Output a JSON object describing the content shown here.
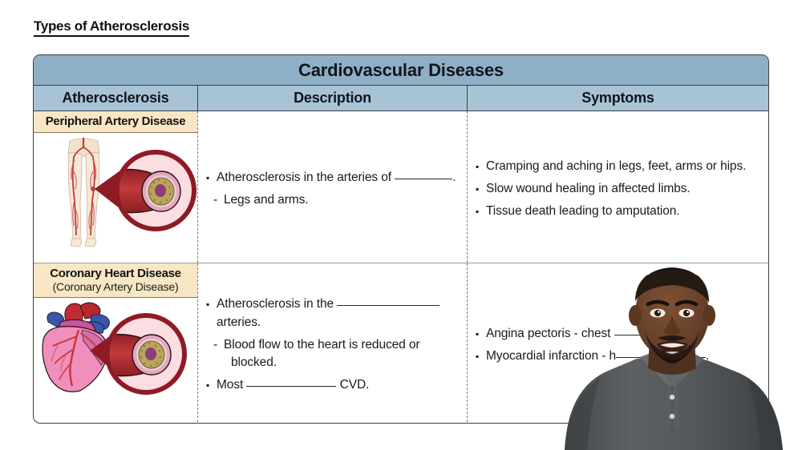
{
  "slide": {
    "title": "Types of Atherosclerosis"
  },
  "table": {
    "banner": "Cardiovascular Diseases",
    "columns": [
      {
        "label": "Atherosclerosis"
      },
      {
        "label": "Description"
      },
      {
        "label": "Symptoms"
      }
    ],
    "rows": [
      {
        "disease": {
          "name": "Peripheral Artery Disease",
          "alt": "",
          "figure": "legs-artery-diagram"
        },
        "description": [
          {
            "mark": "bullet",
            "indent": 0,
            "parts": [
              "Atherosclerosis in the arteries of ",
              "__blank_short__",
              "."
            ]
          },
          {
            "mark": "dash",
            "indent": 1,
            "parts": [
              "Legs and arms."
            ]
          }
        ],
        "symptoms": [
          {
            "mark": "bullet",
            "indent": 0,
            "parts": [
              "Cramping and aching in legs, feet, arms or hips."
            ]
          },
          {
            "mark": "bullet",
            "indent": 0,
            "parts": [
              "Slow wound healing in affected limbs."
            ]
          },
          {
            "mark": "bullet",
            "indent": 0,
            "parts": [
              "Tissue death leading to amputation."
            ]
          }
        ]
      },
      {
        "disease": {
          "name": "Coronary Heart Disease",
          "alt": "(Coronary Artery Disease)",
          "figure": "heart-artery-diagram"
        },
        "description": [
          {
            "mark": "bullet",
            "indent": 0,
            "parts": [
              "Atherosclerosis in the ",
              "__blank_long__"
            ]
          },
          {
            "mark": "none",
            "indent": 1,
            "parts": [
              "arteries."
            ]
          },
          {
            "mark": "dash",
            "indent": 1,
            "parts": [
              "Blood flow to the heart is reduced or"
            ]
          },
          {
            "mark": "none",
            "indent": 2,
            "parts": [
              "blocked."
            ]
          },
          {
            "mark": "bullet",
            "indent": 0,
            "parts": [
              "Most ",
              "__blank_med__",
              " CVD."
            ]
          }
        ],
        "symptoms": [
          {
            "mark": "bullet",
            "indent": 0,
            "parts": [
              "Angina pectoris - chest ",
              "__blank_short__"
            ]
          },
          {
            "mark": "bullet",
            "indent": 0,
            "parts": [
              "Myocardial infarction - h",
              "__blank_med__",
              "."
            ]
          }
        ]
      }
    ]
  },
  "text": {
    "row1": {
      "desc_line1_a": "Atherosclerosis in the arteries of",
      "desc_line1_b": ".",
      "desc_line2": "Legs and arms.",
      "sym_line1": "Cramping and aching in legs, feet, arms or hips.",
      "sym_line2": "Slow wound healing in affected limbs.",
      "sym_line3": "Tissue death leading to amputation."
    },
    "row2": {
      "desc_line1_a": "Atherosclerosis in the",
      "desc_line2": "arteries.",
      "desc_line3": "Blood flow to the heart is reduced or",
      "desc_line4": "blocked.",
      "desc_line5_a": "Most",
      "desc_line5_b": "CVD.",
      "sym_line1_a": "Angina pectoris - chest",
      "sym_line2_a": "Myocardial infarction - h",
      "sym_line2_b": "."
    }
  },
  "presenter": {
    "alt": "presenter-video-overlay",
    "shirt_color": "#55585a",
    "skin_color": "#6b4430"
  },
  "colors": {
    "banner_bg": "#8fafc6",
    "header_bg": "#a9c3d6",
    "label_bg": "#f7e7c4",
    "border": "#3d3d3d",
    "text": "#1a1a1a"
  }
}
